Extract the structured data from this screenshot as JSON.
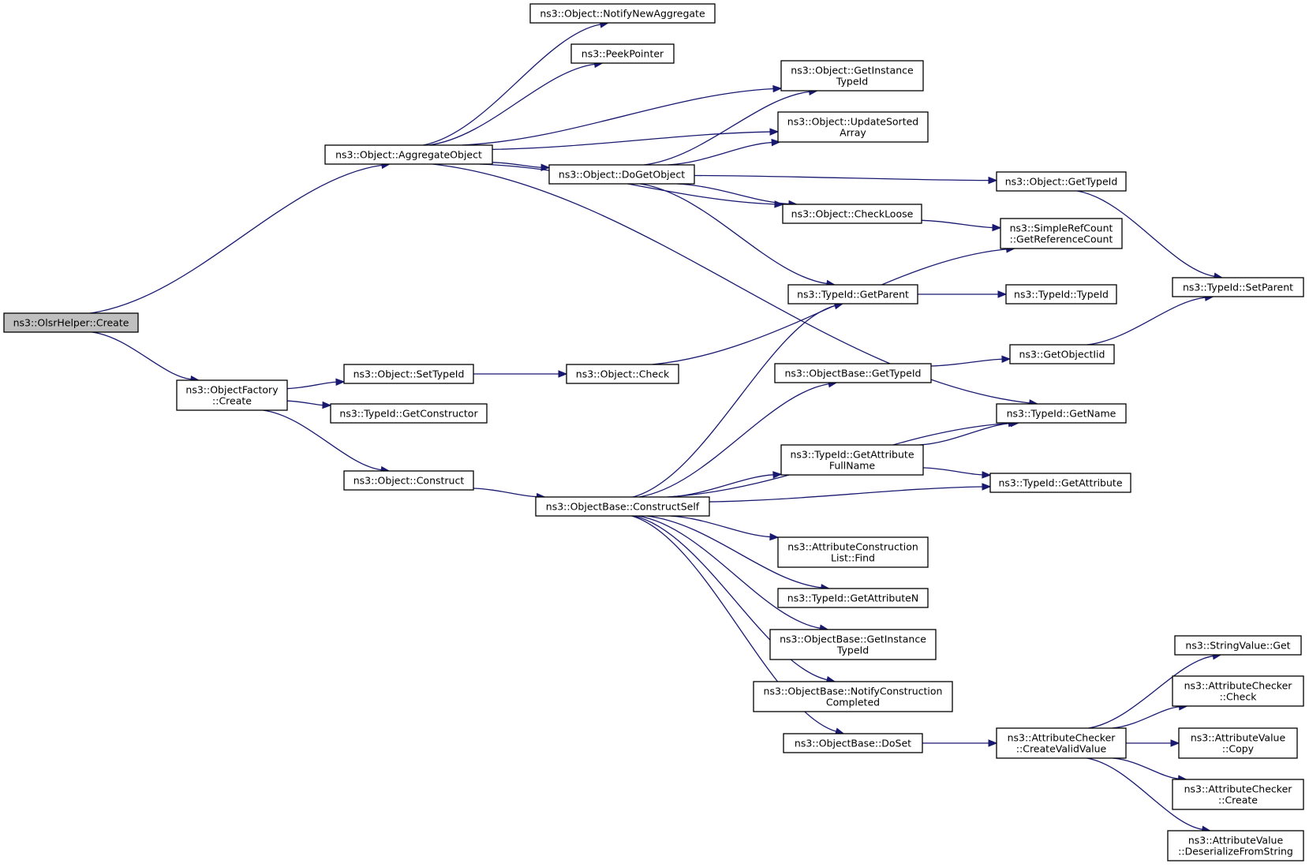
{
  "diagram": {
    "nodes": [
      {
        "id": "olsr_create",
        "label": "ns3::OlsrHelper::Create",
        "root": true
      },
      {
        "id": "aggregate",
        "label": "ns3::Object::AggregateObject"
      },
      {
        "id": "factory_create",
        "label": "ns3::ObjectFactory\n::Create"
      },
      {
        "id": "notify_new_agg",
        "label": "ns3::Object::NotifyNewAggregate"
      },
      {
        "id": "peek_pointer",
        "label": "ns3::PeekPointer"
      },
      {
        "id": "get_instance_typeid",
        "label": "ns3::Object::GetInstance\nTypeId"
      },
      {
        "id": "update_sorted",
        "label": "ns3::Object::UpdateSorted\nArray"
      },
      {
        "id": "do_get_object",
        "label": "ns3::Object::DoGetObject"
      },
      {
        "id": "check_loose",
        "label": "ns3::Object::CheckLoose"
      },
      {
        "id": "obj_get_typeid",
        "label": "ns3::Object::GetTypeId"
      },
      {
        "id": "get_ref_count",
        "label": "ns3::SimpleRefCount\n::GetReferenceCount"
      },
      {
        "id": "typeid_set_parent",
        "label": "ns3::TypeId::SetParent"
      },
      {
        "id": "typeid_get_parent",
        "label": "ns3::TypeId::GetParent"
      },
      {
        "id": "typeid_typeid",
        "label": "ns3::TypeId::TypeId"
      },
      {
        "id": "get_object_iid",
        "label": "ns3::GetObjectIid"
      },
      {
        "id": "set_typeid",
        "label": "ns3::Object::SetTypeId"
      },
      {
        "id": "object_check",
        "label": "ns3::Object::Check"
      },
      {
        "id": "get_constructor",
        "label": "ns3::TypeId::GetConstructor"
      },
      {
        "id": "objbase_get_typeid",
        "label": "ns3::ObjectBase::GetTypeId"
      },
      {
        "id": "typeid_get_name",
        "label": "ns3::TypeId::GetName"
      },
      {
        "id": "get_attr_fullname",
        "label": "ns3::TypeId::GetAttribute\nFullName"
      },
      {
        "id": "typeid_get_attr",
        "label": "ns3::TypeId::GetAttribute"
      },
      {
        "id": "object_construct",
        "label": "ns3::Object::Construct"
      },
      {
        "id": "construct_self",
        "label": "ns3::ObjectBase::ConstructSelf"
      },
      {
        "id": "attr_cons_find",
        "label": "ns3::AttributeConstruction\nList::Find"
      },
      {
        "id": "get_attr_n",
        "label": "ns3::TypeId::GetAttributeN"
      },
      {
        "id": "objbase_get_instance",
        "label": "ns3::ObjectBase::GetInstance\nTypeId"
      },
      {
        "id": "notify_construction",
        "label": "ns3::ObjectBase::NotifyConstruction\nCompleted"
      },
      {
        "id": "do_set",
        "label": "ns3::ObjectBase::DoSet"
      },
      {
        "id": "create_valid_value",
        "label": "ns3::AttributeChecker\n::CreateValidValue"
      },
      {
        "id": "string_value_get",
        "label": "ns3::StringValue::Get"
      },
      {
        "id": "checker_check",
        "label": "ns3::AttributeChecker\n::Check"
      },
      {
        "id": "attr_value_copy",
        "label": "ns3::AttributeValue\n::Copy"
      },
      {
        "id": "checker_create",
        "label": "ns3::AttributeChecker\n::Create"
      },
      {
        "id": "deserialize",
        "label": "ns3::AttributeValue\n::DeserializeFromString"
      }
    ],
    "edges": [
      [
        "olsr_create",
        "aggregate"
      ],
      [
        "olsr_create",
        "factory_create"
      ],
      [
        "aggregate",
        "notify_new_agg"
      ],
      [
        "aggregate",
        "peek_pointer"
      ],
      [
        "aggregate",
        "get_instance_typeid"
      ],
      [
        "aggregate",
        "update_sorted"
      ],
      [
        "aggregate",
        "do_get_object"
      ],
      [
        "aggregate",
        "check_loose"
      ],
      [
        "aggregate",
        "typeid_get_name"
      ],
      [
        "do_get_object",
        "get_instance_typeid"
      ],
      [
        "do_get_object",
        "update_sorted"
      ],
      [
        "do_get_object",
        "obj_get_typeid"
      ],
      [
        "do_get_object",
        "check_loose"
      ],
      [
        "do_get_object",
        "typeid_get_parent"
      ],
      [
        "check_loose",
        "get_ref_count"
      ],
      [
        "obj_get_typeid",
        "typeid_set_parent"
      ],
      [
        "typeid_get_parent",
        "typeid_typeid"
      ],
      [
        "get_object_iid",
        "typeid_set_parent"
      ],
      [
        "factory_create",
        "set_typeid"
      ],
      [
        "factory_create",
        "get_constructor"
      ],
      [
        "factory_create",
        "object_construct"
      ],
      [
        "set_typeid",
        "object_check"
      ],
      [
        "object_check",
        "get_ref_count"
      ],
      [
        "object_construct",
        "construct_self"
      ],
      [
        "construct_self",
        "typeid_get_parent"
      ],
      [
        "construct_self",
        "objbase_get_typeid"
      ],
      [
        "construct_self",
        "typeid_get_name"
      ],
      [
        "construct_self",
        "get_attr_fullname"
      ],
      [
        "construct_self",
        "typeid_get_attr"
      ],
      [
        "construct_self",
        "attr_cons_find"
      ],
      [
        "construct_self",
        "get_attr_n"
      ],
      [
        "construct_self",
        "objbase_get_instance"
      ],
      [
        "construct_self",
        "notify_construction"
      ],
      [
        "construct_self",
        "do_set"
      ],
      [
        "objbase_get_typeid",
        "get_object_iid"
      ],
      [
        "get_attr_fullname",
        "typeid_get_name"
      ],
      [
        "get_attr_fullname",
        "typeid_get_attr"
      ],
      [
        "do_set",
        "create_valid_value"
      ],
      [
        "create_valid_value",
        "string_value_get"
      ],
      [
        "create_valid_value",
        "checker_check"
      ],
      [
        "create_valid_value",
        "attr_value_copy"
      ],
      [
        "create_valid_value",
        "checker_create"
      ],
      [
        "create_valid_value",
        "deserialize"
      ]
    ]
  }
}
